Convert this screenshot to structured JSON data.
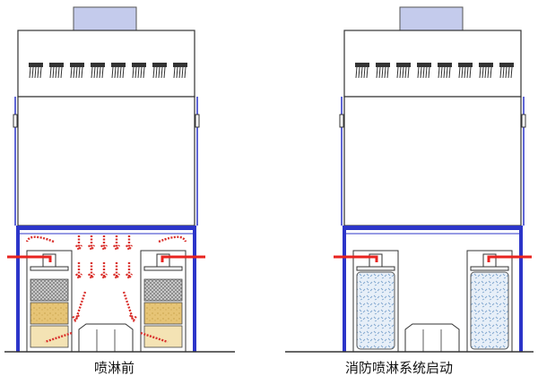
{
  "panels": [
    {
      "caption": "喷淋前",
      "state": "before-spray"
    },
    {
      "caption": "消防喷淋系统启动",
      "state": "spray-active"
    }
  ],
  "colors": {
    "frame_blue": "#2c35c9",
    "pipe_red": "#e8231f",
    "arrow_red": "#d9302c",
    "foam_blue": "#9fbcd8",
    "cap_fill": "#c4cbec",
    "sand": "#e2c170",
    "filter_gray": "#8a8a8a"
  }
}
